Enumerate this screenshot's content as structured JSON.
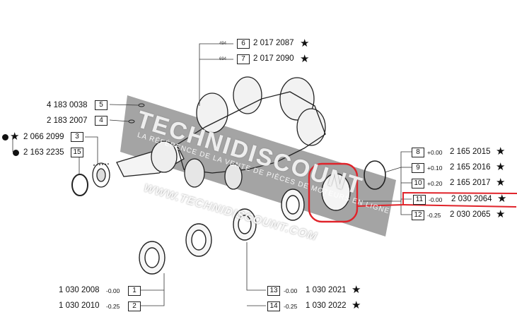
{
  "parts": [
    {
      "ref": "6",
      "number": "2 017 2087",
      "code": "494"
    },
    {
      "ref": "7",
      "number": "2 017 2090",
      "code": "694"
    },
    {
      "ref": "5",
      "number": "4 183 0038"
    },
    {
      "ref": "4",
      "number": "2 183 2007"
    },
    {
      "ref": "3",
      "number": "2 066 2099"
    },
    {
      "ref": "15",
      "number": "2 163 2235"
    },
    {
      "ref": "8",
      "offset": "+0.00",
      "number": "2 165 2015"
    },
    {
      "ref": "9",
      "offset": "+0.10",
      "number": "2 165 2016"
    },
    {
      "ref": "10",
      "offset": "+0.20",
      "number": "2 165 2017"
    },
    {
      "ref": "11",
      "offset": "-0.00",
      "number": "2 030 2064"
    },
    {
      "ref": "12",
      "offset": "-0.25",
      "number": "2 030 2065"
    },
    {
      "ref": "13",
      "offset": "-0.00",
      "number": "1 030 2021"
    },
    {
      "ref": "14",
      "offset": "-0.25",
      "number": "1 030 2022"
    },
    {
      "ref": "1",
      "offset": "-0.00",
      "number": "1 030 2008"
    },
    {
      "ref": "2",
      "offset": "-0.25",
      "number": "1 030 2010"
    }
  ],
  "star_symbol": "★",
  "watermark": {
    "brand": "TECHNIDISCOUNT",
    "tagline": "LA RÉFÉRENCE DE LA VENTE DE PIÈCES DE MOTEURS EN LIGNE",
    "url": "WWW.TECHNIDISCOUNT.COM"
  },
  "colors": {
    "highlight": "#e0232a",
    "watermark_band": "#8a8a8a"
  }
}
